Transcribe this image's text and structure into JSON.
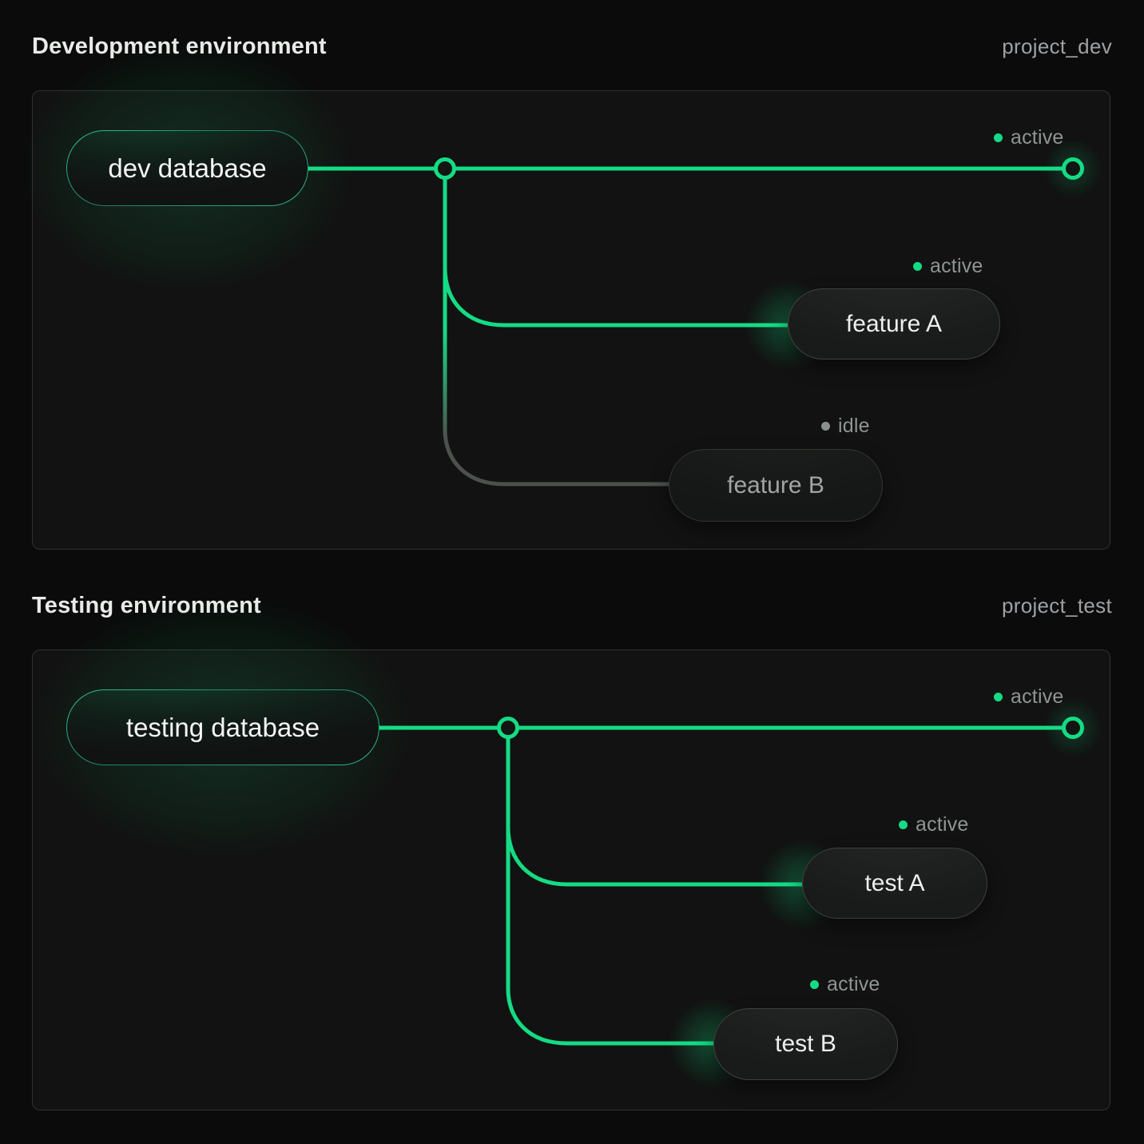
{
  "colors": {
    "accent_green": "#15db84",
    "idle_gray": "#4c514d",
    "background": "#0a0b0a",
    "panel_border": "#2e3230"
  },
  "sections": [
    {
      "title": "Development environment",
      "project": "project_dev",
      "root": {
        "label": "dev database",
        "status": "active"
      },
      "branches": [
        {
          "label": "feature A",
          "status": "active"
        },
        {
          "label": "feature B",
          "status": "idle"
        }
      ]
    },
    {
      "title": "Testing environment",
      "project": "project_test",
      "root": {
        "label": "testing database",
        "status": "active"
      },
      "branches": [
        {
          "label": "test A",
          "status": "active"
        },
        {
          "label": "test B",
          "status": "active"
        }
      ]
    }
  ]
}
